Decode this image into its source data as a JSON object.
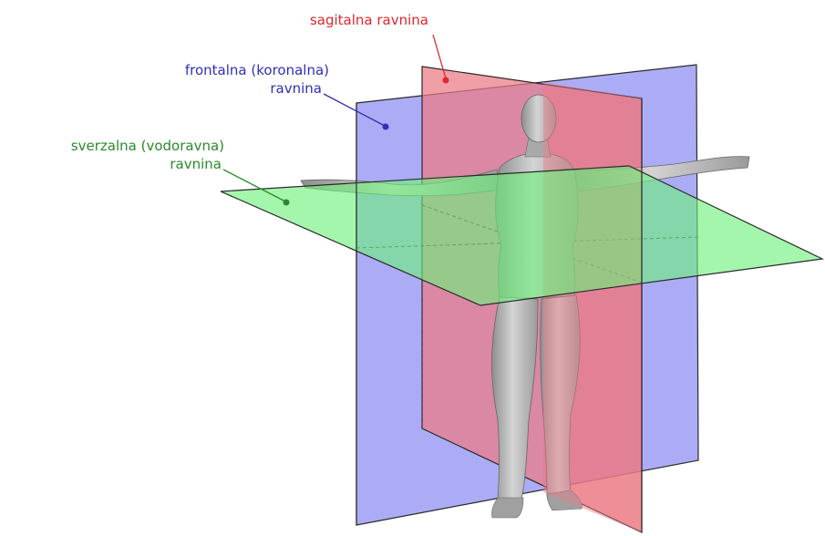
{
  "labels": {
    "sagittal": {
      "line1": "sagitalna ravnina",
      "color": "#e0262b"
    },
    "frontal": {
      "line1": "frontalna (koronalna)",
      "line2": "ravnina",
      "color": "#2f2fb8"
    },
    "transverse": {
      "line1": "sverzalna (vodoravna)",
      "line2": "ravnina",
      "color": "#2a8a2a"
    }
  },
  "colors": {
    "frontal_plane_fill": "#8c8cf2",
    "sagittal_plane_fill": "#ec7a84",
    "transverse_plane_fill": "#6ef07a",
    "plane_edge": "#2a2a2a",
    "body_base": "#b5b5b5"
  }
}
